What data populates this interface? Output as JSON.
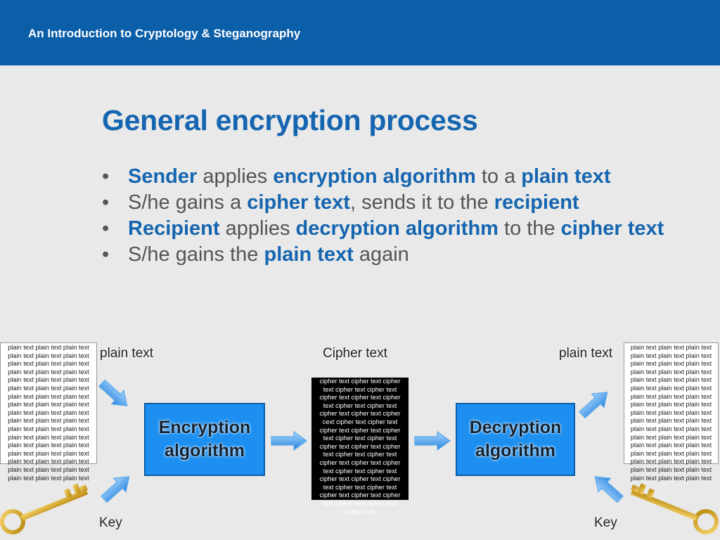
{
  "header": {
    "title": "An Introduction to Cryptology & Steganography"
  },
  "slide": {
    "title": "General encryption process"
  },
  "bullets": [
    {
      "parts": [
        {
          "t": "Sender",
          "h": true
        },
        {
          "t": " applies ",
          "h": false
        },
        {
          "t": "encryption algorithm",
          "h": true
        },
        {
          "t": " to a ",
          "h": false
        },
        {
          "t": "plain text",
          "h": true
        }
      ]
    },
    {
      "parts": [
        {
          "t": "S/he gains a ",
          "h": false
        },
        {
          "t": "cipher text",
          "h": true
        },
        {
          "t": ", sends it to the ",
          "h": false
        },
        {
          "t": "recipient",
          "h": true
        }
      ]
    },
    {
      "parts": [
        {
          "t": "Recipient",
          "h": true
        },
        {
          "t": " applies ",
          "h": false
        },
        {
          "t": "decryption algorithm",
          "h": true
        },
        {
          "t": " to the ",
          "h": false
        },
        {
          "t": "cipher text",
          "h": true
        }
      ]
    },
    {
      "parts": [
        {
          "t": "S/he gains the ",
          "h": false
        },
        {
          "t": "plain text",
          "h": true
        },
        {
          "t": " again",
          "h": false
        }
      ]
    }
  ],
  "diagram": {
    "plain_label_left": "plain text",
    "plain_label_right": "plain text",
    "cipher_label": "Cipher text",
    "key_label_left": "Key",
    "key_label_right": "Key",
    "encryption_line1": "Encryption",
    "encryption_line2": "algorithm",
    "decryption_line1": "Decryption",
    "decryption_line2": "algorithm",
    "plain_block_left": "plain text plain text plain text plain text plain text plain text plain text plain text plain text plain text plain text plain text plain text plain text plain text plain text plain text plain text plain text plain text plain text plain text plain text plain text plain text plain text plain text plain text plain text plain text plain text plain text plain text plain text plain text plain text plain text plain text plain text plain text plain text plain text plain text plain text plain text plain text plain text plain text plain text plain text plain text",
    "plain_block_right": "plain text plain text plain text plain text plain text plain text plain text plain text plain text plain text plain text plain text plain text plain text plain text plain text plain text plain text plain text plain text plain text plain text plain text plain text plain text plain text plain text plain text plain text plain text plain text plain text plain text plain text plain text plain text plain text plain text plain text plain text plain text plain text plain text plain text plain text plain text plain text plain text plain text plain text plain text",
    "cipher_block": "cipher text cipher text cipher text cipher text cipher text cipher text cipher text cipher text cipher text cipher text cipher text cipher text cipher cext cipher text cipher text cipher text cipher text cipher text cipher text cipher text cipher text cipher text cipher text cipher text cipher text cipher text cipher text cipher text cipher text cipher text cipher text cipher text cipher text cipher text cipher text cipher text cipher text cipher text cipher text cipher text cipher text",
    "colors": {
      "accent": "#1565b0",
      "algo_box": "#1c8ff0",
      "arrow": "#3a9be8",
      "key": "#d4a017"
    },
    "icons": [
      "arrow-icon",
      "key-icon"
    ]
  }
}
